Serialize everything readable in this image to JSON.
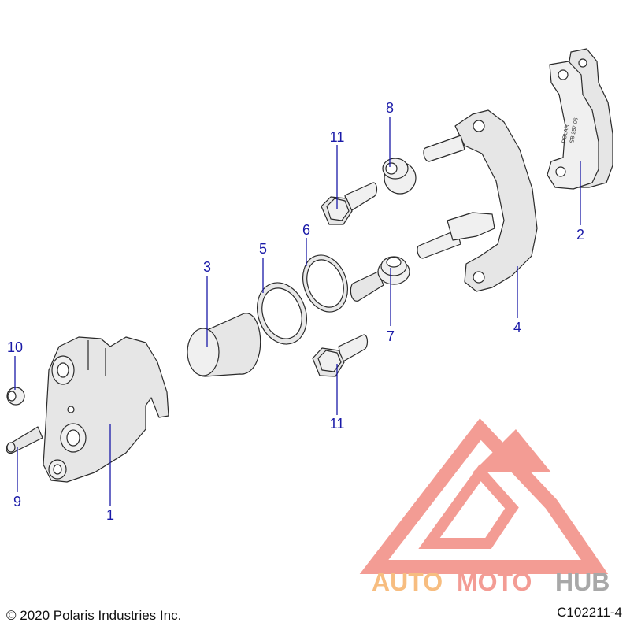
{
  "callouts": {
    "c1": "1",
    "c2": "2",
    "c3": "3",
    "c4": "4",
    "c5": "5",
    "c6": "6",
    "c7": "7",
    "c8": "8",
    "c9": "9",
    "c10": "10",
    "c11a": "11",
    "c11b": "11"
  },
  "watermark": {
    "auto": "AUTO",
    "moto": "MOTO",
    "hub": "HUB",
    "orange": "#f6b26b",
    "red": "#f28b82",
    "gray": "#9a9a9a"
  },
  "pad_marking": {
    "line1": "SB 257 06",
    "line2": "POLAR"
  },
  "footer": {
    "copyright": "© 2020 Polaris Industries Inc.",
    "code": "C102211-4"
  }
}
